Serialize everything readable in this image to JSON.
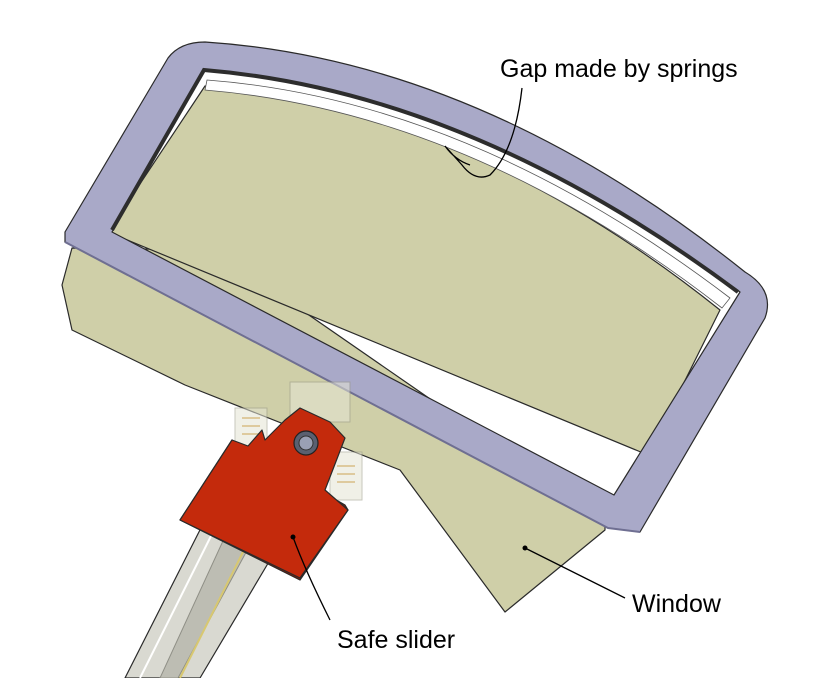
{
  "colors": {
    "background": "#ffffff",
    "window_panel": "#cfcfa8",
    "window_panel_dark": "#b9b98f",
    "frame": "#a9a9c8",
    "frame_dark": "#6f6f92",
    "slider": "#c42a0c",
    "slider_dark": "#8e1b05",
    "rail": "#d6d6ce",
    "rail_dark": "#9a9a90"
  },
  "labels": {
    "gap": "Gap made by springs",
    "window": "Window",
    "slider": "Safe slider"
  }
}
